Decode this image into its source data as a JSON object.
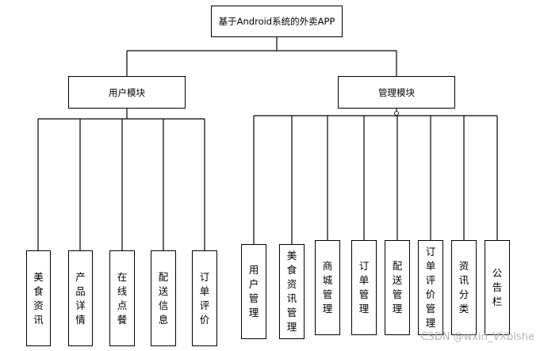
{
  "root": {
    "label": "基于Android系统的外卖APP"
  },
  "groups": [
    {
      "label": "用户模块",
      "children": [
        "美食资讯",
        "产品详情",
        "在线点餐",
        "配送信息",
        "订单评价"
      ]
    },
    {
      "label": "管理模块",
      "children": [
        "用户管理",
        "美食资讯管理",
        "商城管理",
        "订单管理",
        "配送管理",
        "订单评价管理",
        "资讯分类",
        "公告栏"
      ]
    }
  ],
  "watermark": "CSDN @wxin_VXbishe"
}
